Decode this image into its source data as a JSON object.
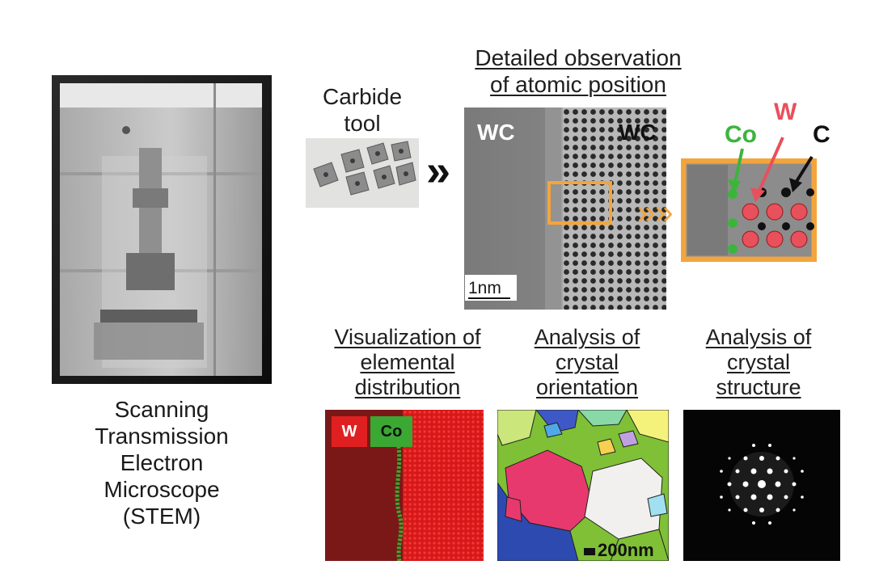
{
  "stem": {
    "caption_lines": [
      "Scanning",
      "Transmission",
      "Electron",
      "Microscope",
      "(STEM)"
    ]
  },
  "carbide": {
    "title_lines": [
      "Carbide",
      "tool"
    ]
  },
  "atomic": {
    "title_lines": [
      "Detailed observation",
      "of atomic position"
    ],
    "region_left_label": "WC",
    "region_right_label": "WC",
    "scale_bar": "1nm",
    "arrow_glyph": "»",
    "orange_arrow_glyph": "»»",
    "zoom_labels": {
      "co": "Co",
      "w": "W",
      "c": "C"
    },
    "colors": {
      "co": "#3cb43c",
      "w": "#e8505b",
      "c": "#111111",
      "frame": "#f3a53d"
    }
  },
  "panels": [
    {
      "title_lines": [
        "Visualization of",
        "elemental",
        "distribution"
      ],
      "legend": [
        {
          "label": "W",
          "color": "#e02020"
        },
        {
          "label": "Co",
          "color": "#3aa832"
        }
      ]
    },
    {
      "title_lines": [
        "Analysis of",
        "crystal",
        "orientation"
      ],
      "scale_bar": "200nm"
    },
    {
      "title_lines": [
        "Analysis of",
        "crystal",
        "structure"
      ]
    }
  ]
}
